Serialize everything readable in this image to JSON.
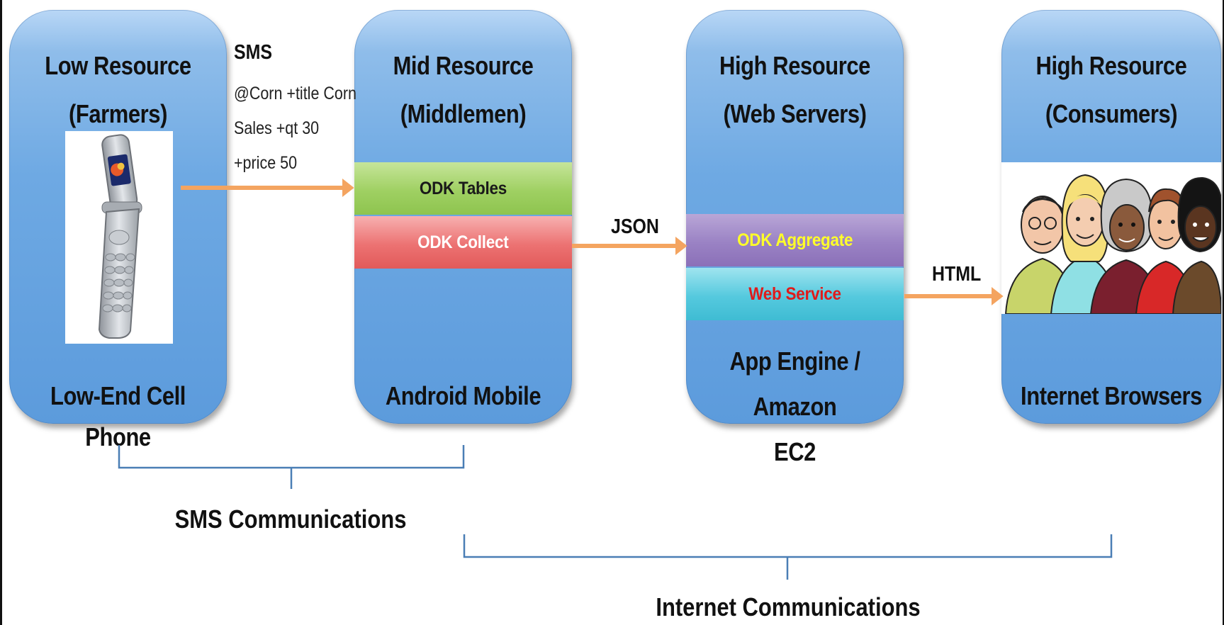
{
  "nodes": [
    {
      "title": "Low Resource\n(Farmers)",
      "footer": "Low-End Cell Phone"
    },
    {
      "title": "Mid Resource\n(Middlemen)",
      "footer": "Android Mobile",
      "bands": [
        "ODK Tables",
        "ODK Collect"
      ]
    },
    {
      "title": "High Resource\n(Web Servers)",
      "footer": "App Engine / Amazon\nEC2",
      "bands": [
        "ODK Aggregate",
        "Web Service"
      ]
    },
    {
      "title": "High Resource\n(Consumers)",
      "footer": "Internet Browsers"
    }
  ],
  "edges": {
    "sms": {
      "label": "SMS",
      "lines": [
        "@Corn +title Corn",
        "Sales +qt 30",
        "+price 50"
      ]
    },
    "json": {
      "label": "JSON"
    },
    "html": {
      "label": "HTML"
    }
  },
  "groups": {
    "sms": "SMS Communications",
    "internet": "Internet Communications"
  },
  "colors": {
    "node_fill": "#5c9bdc",
    "arrow": "#f4a460",
    "bracket": "#4a7eb5",
    "odk_tables": "#9fd062",
    "odk_collect": "#ec7272",
    "odk_aggregate": "#9a82c4",
    "web_service": "#55c9de"
  },
  "icons": [
    "flip-phone-image",
    "consumers-group-image"
  ]
}
